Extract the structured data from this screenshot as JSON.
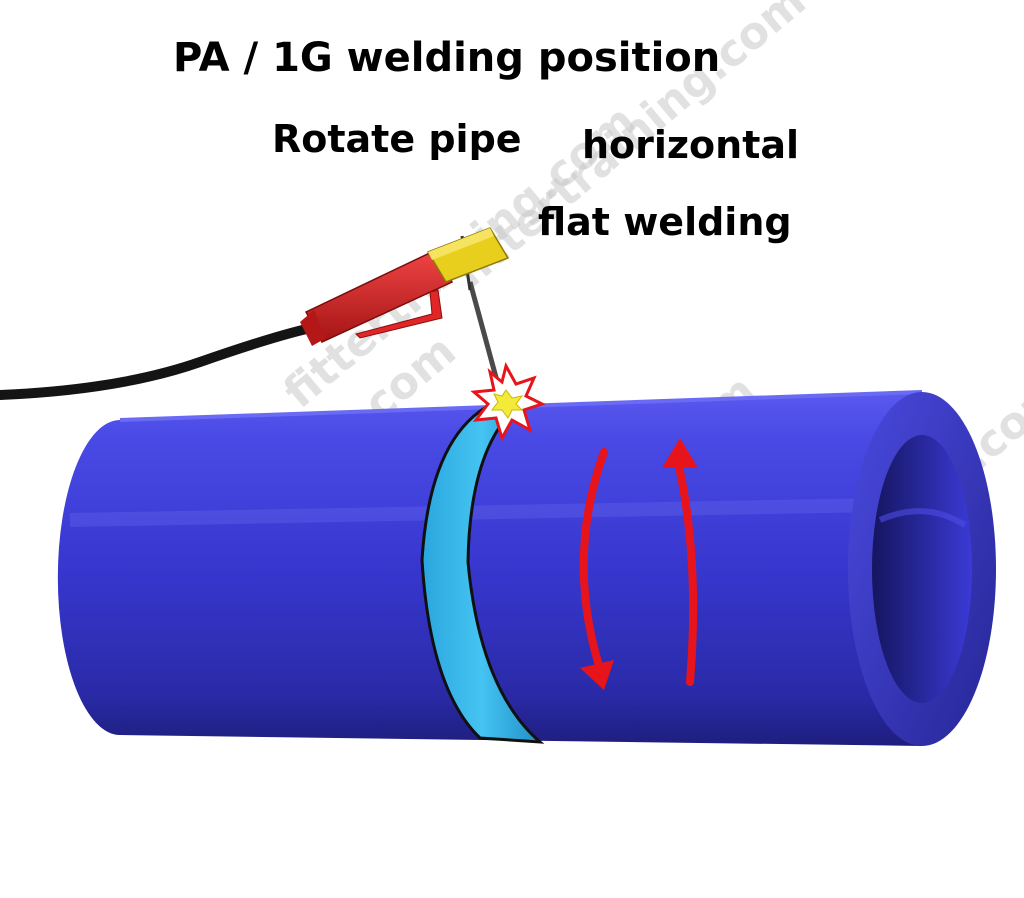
{
  "title": "PA / 1G welding position",
  "caption": {
    "line1": "Rotate pipe",
    "line2": "horizontal",
    "line3": "flat welding"
  },
  "watermark": "fittertraining.com",
  "colors": {
    "pipe": "#3535c8",
    "pipe_shadow": "#22228a",
    "weld_bead": "#2fb6ea",
    "arrow": "#e8141c",
    "torch_handle": "#d81f1f",
    "torch_head": "#e8cf1e",
    "cable": "#141414",
    "spark_outline": "#e8141c",
    "spark_core": "#f4ea3a"
  },
  "icons": [
    "welding-torch-icon",
    "spark-icon",
    "rotation-arrow-icon"
  ]
}
